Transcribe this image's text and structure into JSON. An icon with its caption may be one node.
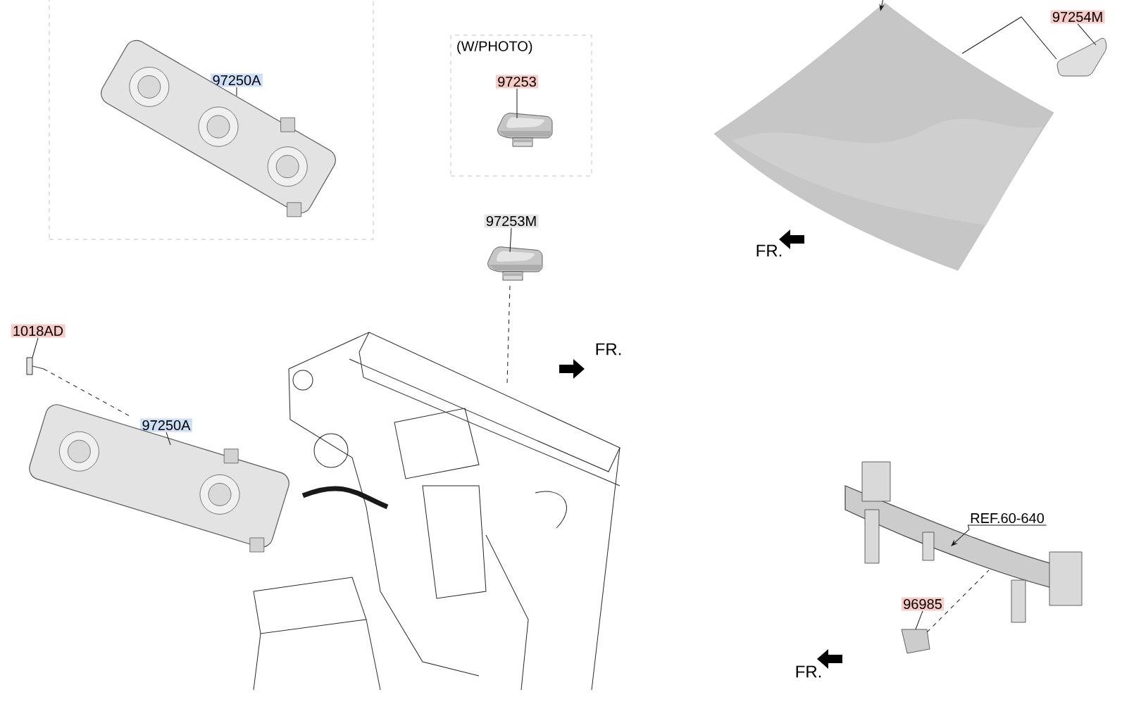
{
  "diagram": {
    "nodes": [
      {
        "text": [],
        "shape": "box"
      },
      {
        "text": [
          "97250A"
        ],
        "in": 0
      },
      {
        "text": [],
        "shape": "picture",
        "in": 0
      },
      {
        "text": [
          "(W/PHOTO)"
        ]
      },
      {
        "text": [
          "97253"
        ],
        "in": 3
      },
      {
        "text": [],
        "shape": "picture",
        "in": 3
      },
      {
        "text": [
          "97253M"
        ]
      },
      {
        "text": [],
        "shape": "picture"
      },
      {
        "text": [],
        "shape": "picture"
      },
      {
        "text": [
          "1018AD"
        ]
      },
      {
        "text": [],
        "shape": "picture"
      },
      {
        "text": [
          "97250A"
        ]
      },
      {
        "text": [],
        "shape": "picture"
      },
      {
        "text": [],
        "shape": "picture"
      },
      {
        "text": [
          "97254M"
        ]
      },
      {
        "text": [],
        "shape": "picture"
      },
      {
        "text": [
          "REF.60-640"
        ]
      },
      {
        "text": [],
        "shape": "picture"
      },
      {
        "text": [
          "96985"
        ]
      },
      {
        "text": [],
        "shape": "picture"
      }
    ],
    "edges": [
      {
        "from": 1,
        "to": 2,
        "arrow": "none"
      },
      {
        "from": 4,
        "to": 5,
        "arrow": "none"
      },
      {
        "from": 6,
        "to": 7,
        "arrow": "none"
      },
      {
        "from": 7,
        "to": 8,
        "arrow": "none",
        "style": "dashed"
      },
      {
        "from": 9,
        "to": 10,
        "arrow": "none"
      },
      {
        "from": 10,
        "to": 12,
        "arrow": "none",
        "style": "dashed"
      },
      {
        "from": 11,
        "to": 12,
        "arrow": "none"
      },
      {
        "from": 12,
        "to": 8,
        "arrow": "none",
        "style": "thick"
      },
      {
        "from": 14,
        "to": 15,
        "arrow": "none"
      },
      {
        "from": 15,
        "to": 13,
        "arrow": "none"
      },
      {
        "from": null,
        "to": 13,
        "arrow": "to"
      },
      {
        "from": 16,
        "to": 17,
        "arrow": "to"
      },
      {
        "from": 18,
        "to": 19,
        "arrow": "none"
      },
      {
        "from": 19,
        "to": 17,
        "arrow": "none",
        "style": "dashed"
      }
    ],
    "labels": [
      "FR.",
      "FR.",
      "FR."
    ]
  }
}
